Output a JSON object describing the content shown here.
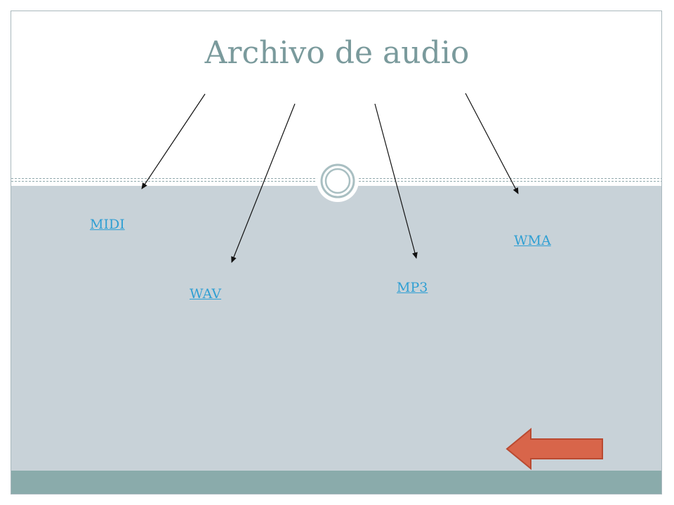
{
  "slide": {
    "title": "Archivo de audio"
  },
  "links": {
    "midi": "MIDI",
    "wav": "WAV",
    "mp3": "MP3",
    "wma": "WMA"
  },
  "colors": {
    "title": "#7a9a9c",
    "link": "#2f9fd3",
    "body_background": "#c8d2d8",
    "footer_band": "#8aabab",
    "back_arrow_fill": "#d8654a",
    "back_arrow_border": "#b94a31"
  },
  "icons": {
    "emblem": "double-ring-circle-icon",
    "back": "left-arrow-icon"
  }
}
